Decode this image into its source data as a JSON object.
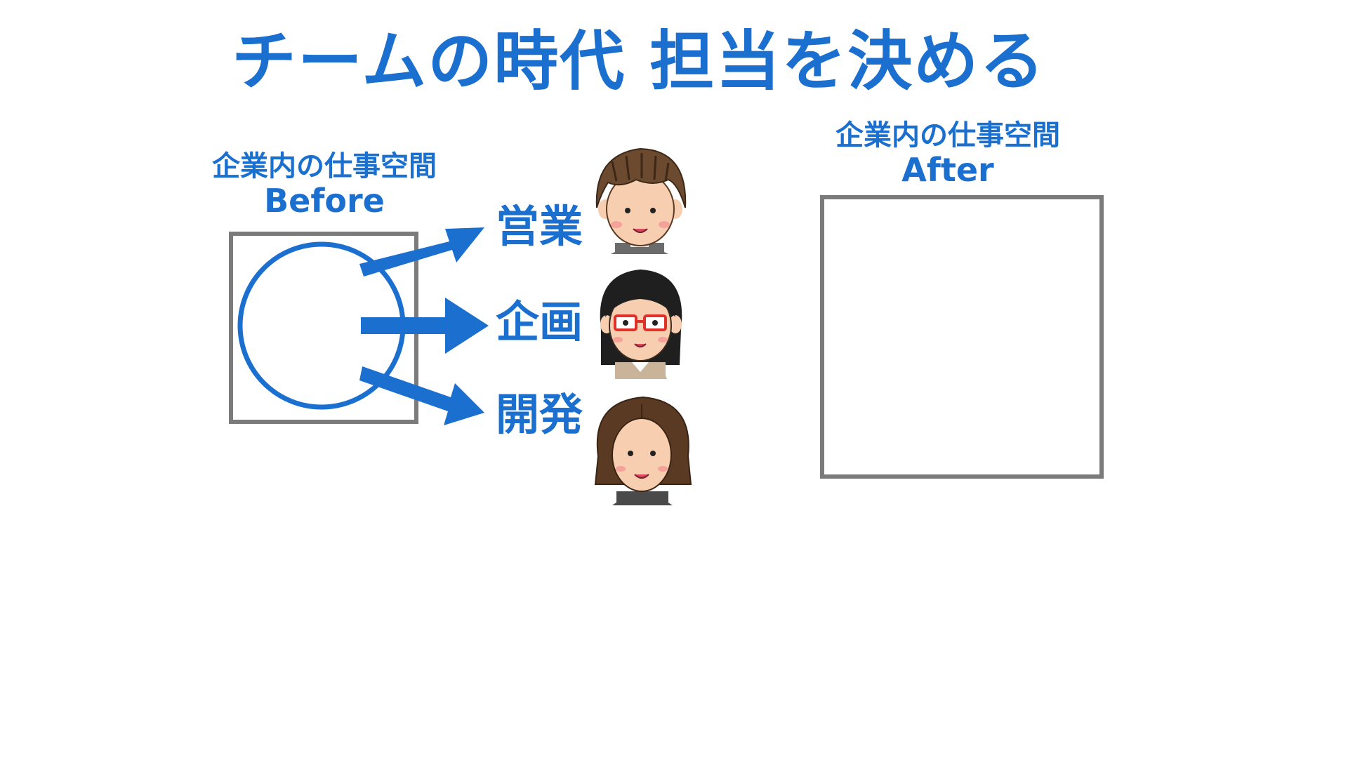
{
  "title": "チームの時代 担当を決める",
  "before": {
    "caption_line1": "企業内の仕事空間",
    "caption_line2": "Before"
  },
  "after": {
    "caption_line1": "企業内の仕事空間",
    "caption_line2": "After"
  },
  "roles": [
    {
      "label": "営業"
    },
    {
      "label": "企画"
    },
    {
      "label": "開発"
    }
  ],
  "colors": {
    "accent": "#1a6fcf",
    "box_border": "#7b7b7b",
    "background": "#ffffff"
  },
  "icons": {
    "person_sales": "person-short-hair-icon",
    "person_planning": "person-glasses-icon",
    "person_dev": "person-long-hair-icon"
  }
}
